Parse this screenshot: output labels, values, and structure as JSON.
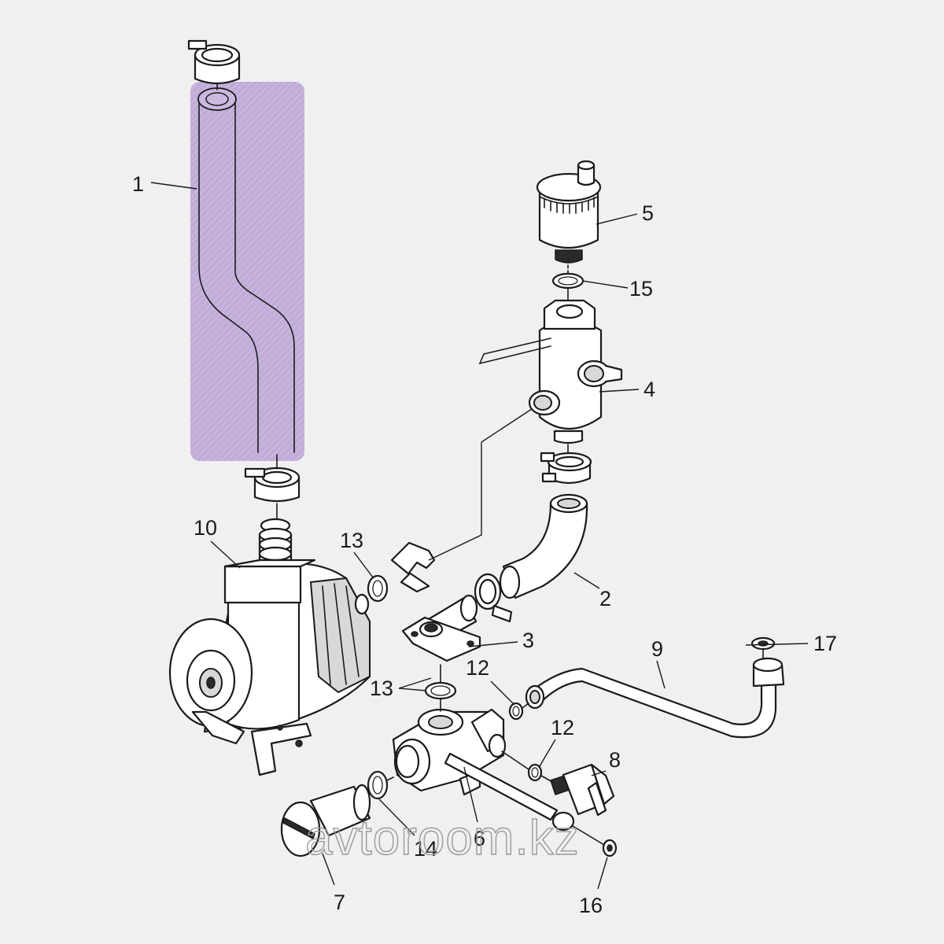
{
  "callouts": {
    "c1": "1",
    "c2": "2",
    "c3": "3",
    "c4": "4",
    "c5": "5",
    "c6": "6",
    "c7": "7",
    "c8": "8",
    "c9": "9",
    "c10": "10",
    "c12a": "12",
    "c12b": "12",
    "c13a": "13",
    "c13b": "13",
    "c14": "14",
    "c15": "15",
    "c16": "16",
    "c17": "17"
  },
  "watermark": "avtoroom.kz",
  "highlight_color": "#b49ad0"
}
